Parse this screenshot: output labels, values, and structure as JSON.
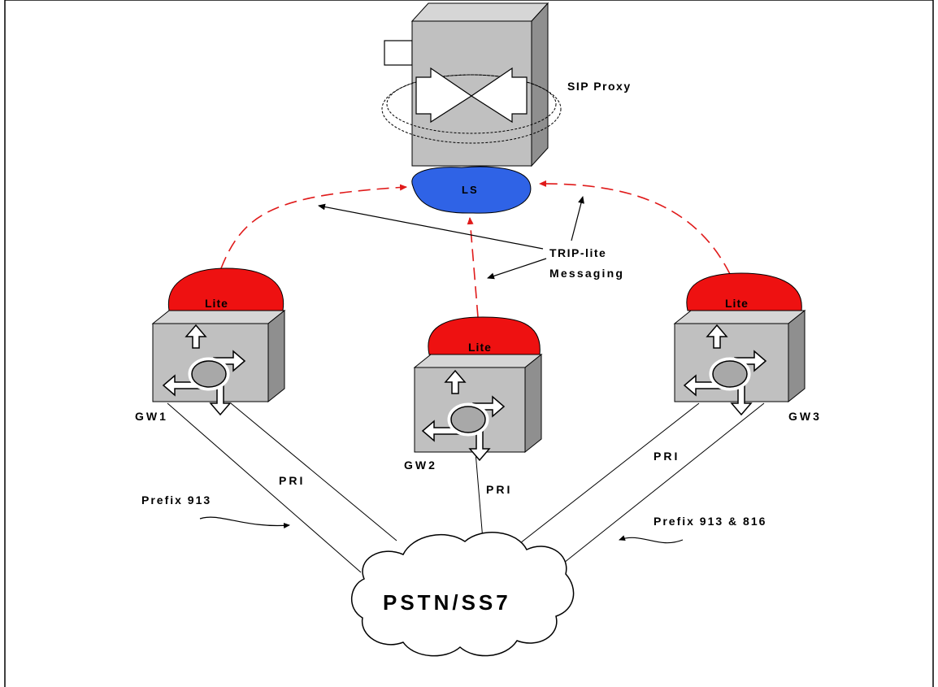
{
  "sip_proxy": {
    "label": "SIP Proxy"
  },
  "location_server": {
    "label": "LS",
    "color": "#2f63e6"
  },
  "trip_label": {
    "line1": "TRIP-lite",
    "line2": "Messaging"
  },
  "gateways": [
    {
      "name": "GW1",
      "badge": "Lite"
    },
    {
      "name": "GW2",
      "badge": "Lite"
    },
    {
      "name": "GW3",
      "badge": "Lite"
    }
  ],
  "links": {
    "gw1_pri": "PRI",
    "gw2_pri": "PRI",
    "gw3_pri": "PRI"
  },
  "prefixes": {
    "gw1": "Prefix 913",
    "gw3": "Prefix 913 & 816"
  },
  "pstn": {
    "label": "PSTN/SS7"
  },
  "colors": {
    "lite_badge": "#ee1111",
    "trip_dashed": "#e01a1a",
    "box_gray": "#c0c0c0"
  }
}
